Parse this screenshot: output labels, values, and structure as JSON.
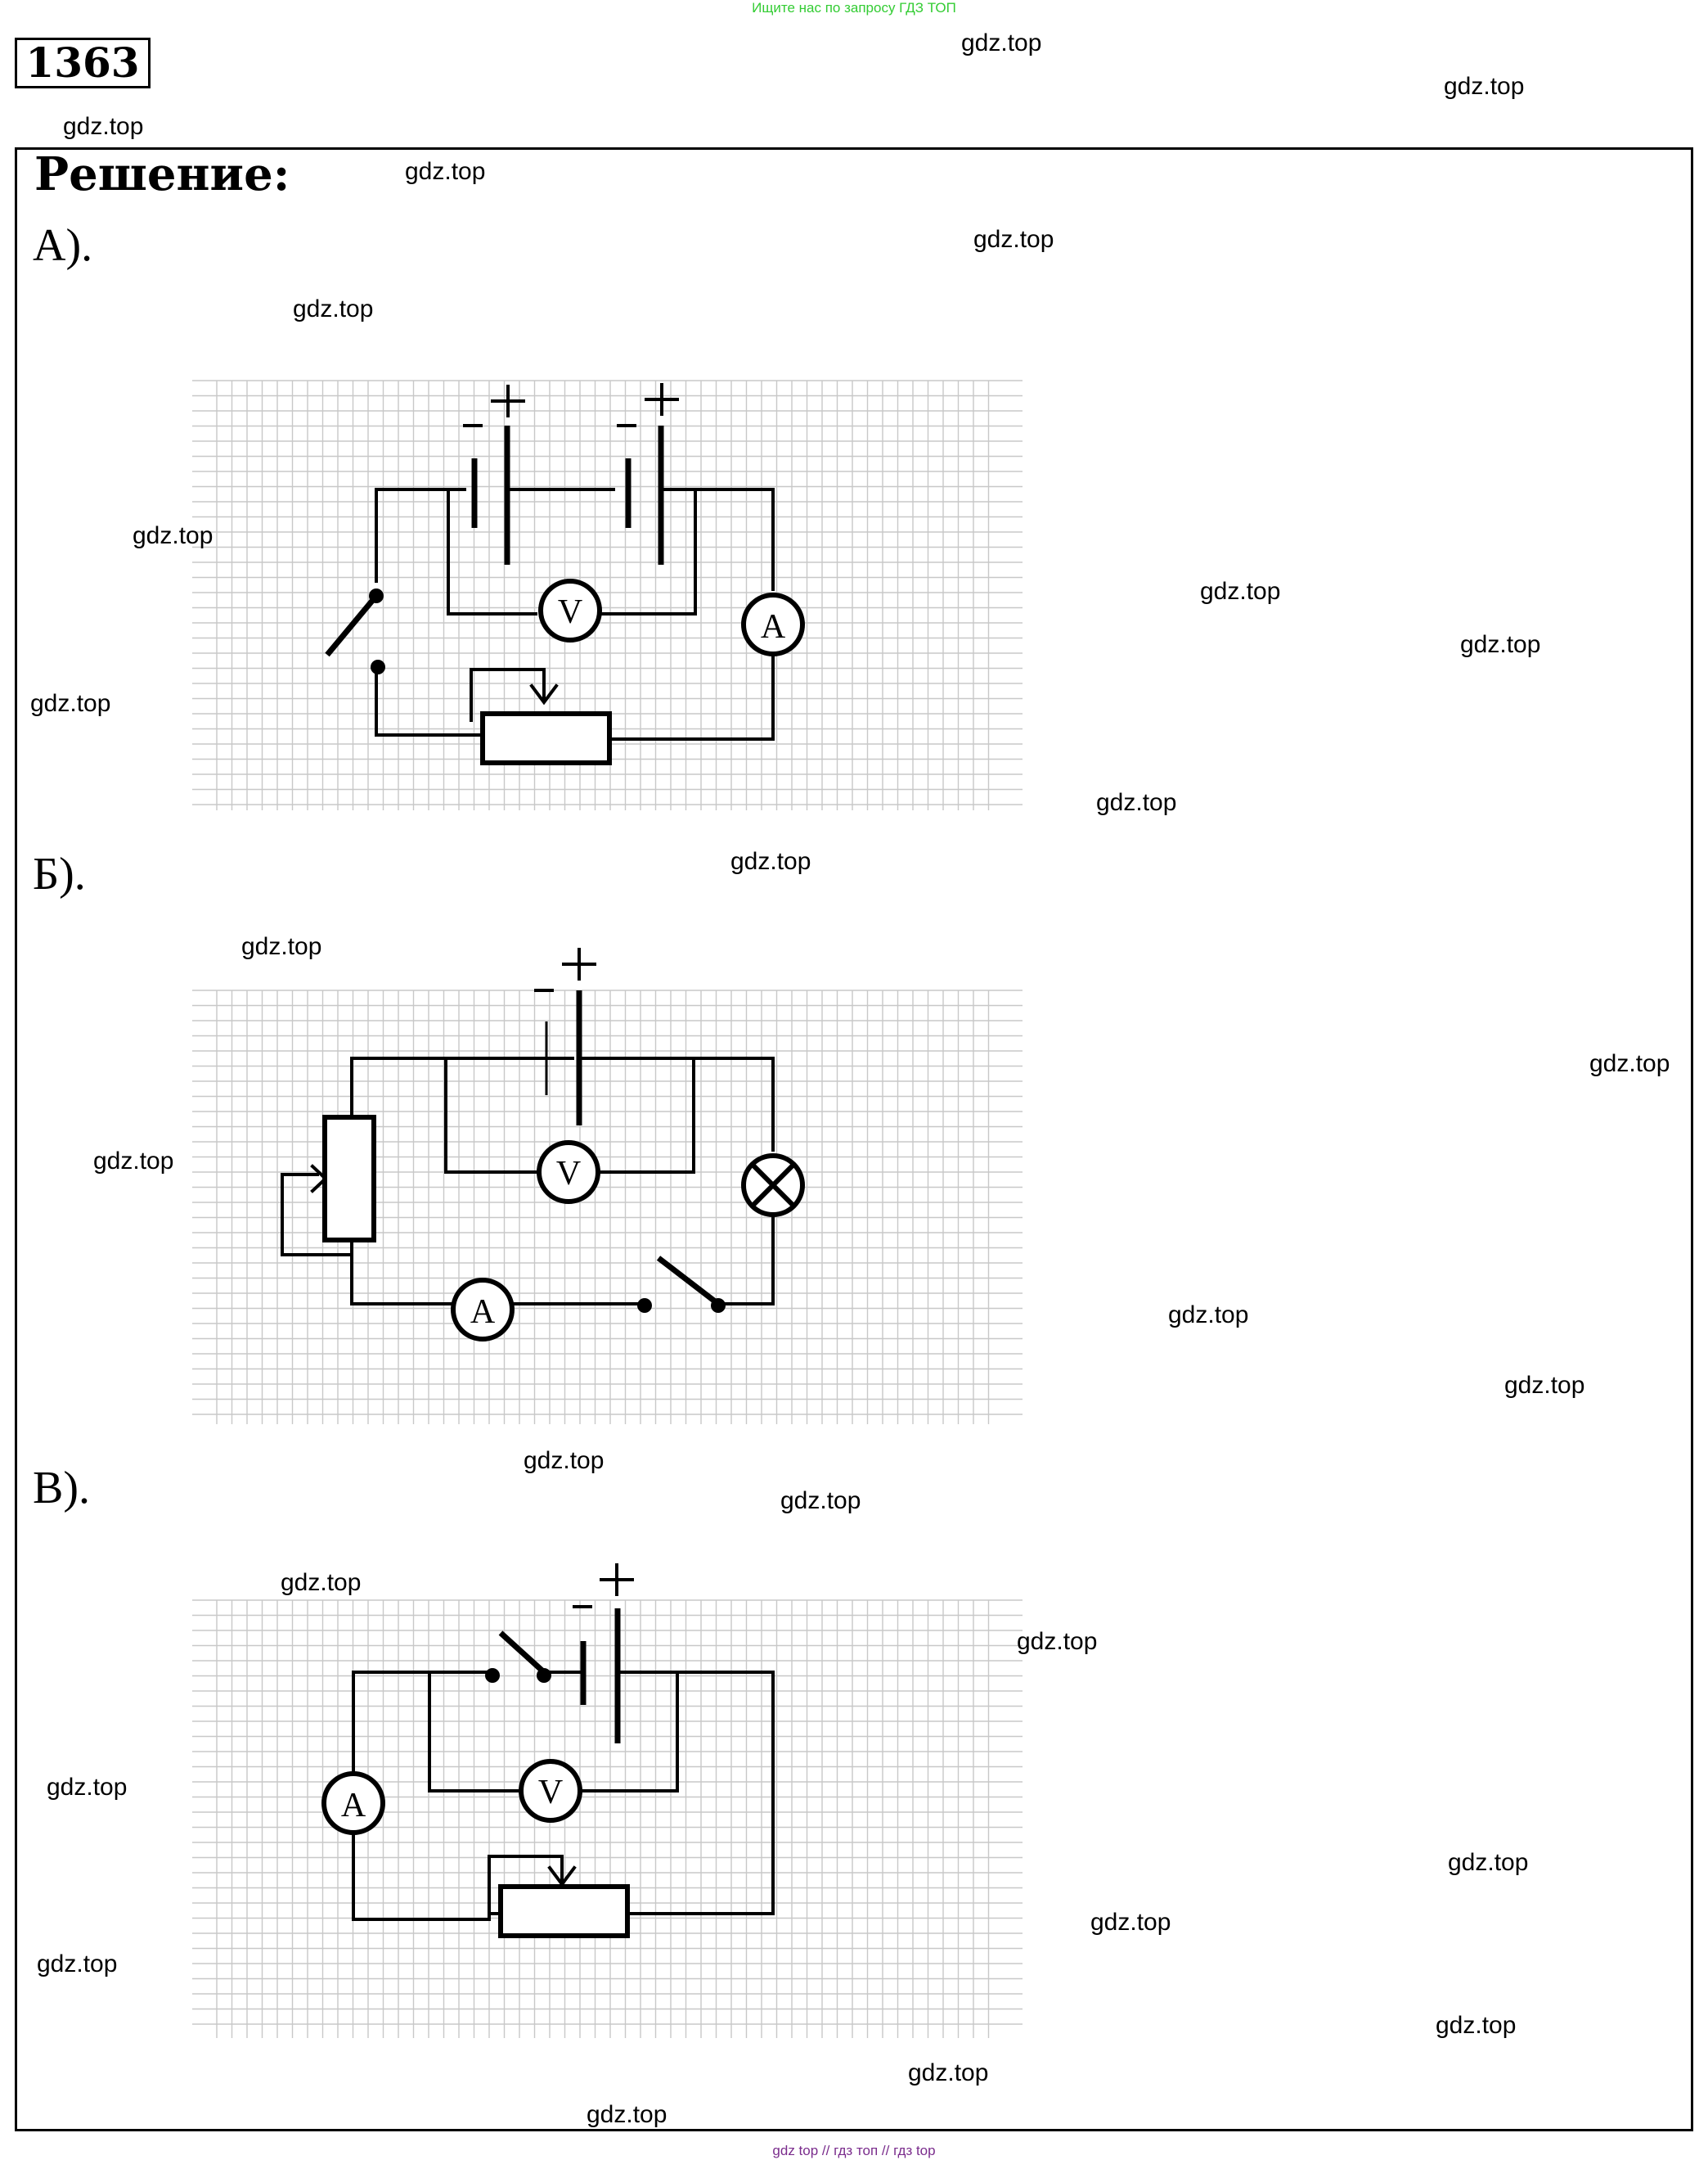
{
  "banner": "Ищите нас по запросу ГДЗ ТОП",
  "problem_number": "1363",
  "heading": "Решение:",
  "parts": [
    {
      "label": "А)."
    },
    {
      "label": "Б)."
    },
    {
      "label": "В)."
    }
  ],
  "symbols": {
    "voltmeter": "V",
    "ammeter": "A",
    "plus": "+",
    "minus": "–"
  },
  "watermark": "gdz.top",
  "footer": "gdz top  //  гдз топ  //  гдз top"
}
